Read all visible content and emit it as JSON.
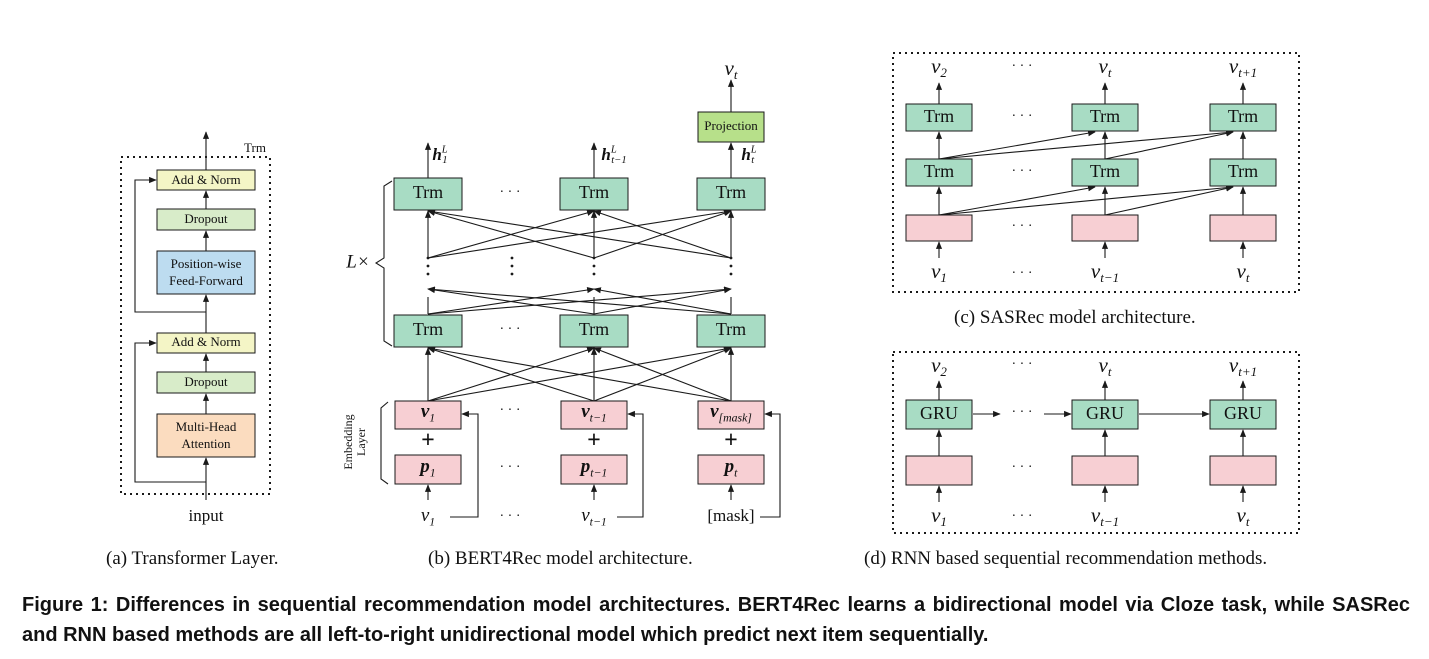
{
  "colors": {
    "trm": "#a8dcc4",
    "emb": "#f7cfd3",
    "addnorm": "#f4f5c6",
    "dropout": "#d8ecc9",
    "ffn": "#bddcf0",
    "attention": "#fbdcbf",
    "projection": "#b7e08a",
    "stroke": "#1a1a1a"
  },
  "panel_a": {
    "trm_tag": "Trm",
    "add_norm": "Add & Norm",
    "dropout": "Dropout",
    "ffn_line1": "Position-wise",
    "ffn_line2": "Feed-Forward",
    "mha_line1": "Multi-Head",
    "mha_line2": "Attention",
    "input": "input",
    "caption": "(a) Transformer Layer."
  },
  "panel_b": {
    "trm": "Trm",
    "projection": "Projection",
    "layers": "L×",
    "embedding_line1": "Embedding",
    "embedding_line2": "Layer",
    "plus": "+",
    "ellipsis": "· · ·",
    "h_main": "h",
    "h1_sub": "1",
    "h2_sub": "t−1",
    "h3_sub": "t",
    "h_sup": "L",
    "e_main": "v",
    "e1_sub": "1",
    "e2_sub": "t−1",
    "e3_sub": "[mask]",
    "p_main": "p",
    "p1_sub": "1",
    "p2_sub": "t−1",
    "p3_sub": "t",
    "out_main": "v",
    "out_sub": "t",
    "in_main": "v",
    "in1_sub": "1",
    "in2_sub": "t−1",
    "in3": "[mask]",
    "caption": "(b) BERT4Rec model architecture."
  },
  "panel_c": {
    "trm": "Trm",
    "ellipsis": "· · ·",
    "v": "v",
    "out1_sub": "2",
    "out2_sub": "t",
    "out3_sub": "t+1",
    "in1_sub": "1",
    "in2_sub": "t−1",
    "in3_sub": "t",
    "caption": "(c) SASRec model architecture."
  },
  "panel_d": {
    "gru": "GRU",
    "ellipsis": "· · ·",
    "v": "v",
    "out1_sub": "2",
    "out2_sub": "t",
    "out3_sub": "t+1",
    "in1_sub": "1",
    "in2_sub": "t−1",
    "in3_sub": "t",
    "caption": "(d) RNN based sequential recommendation methods."
  },
  "figure_caption": "Figure 1: Differences in sequential recommendation model architectures. BERT4Rec learns a bidirectional model via Cloze task, while SASRec and RNN based methods are all left-to-right unidirectional model which predict next item sequentially."
}
